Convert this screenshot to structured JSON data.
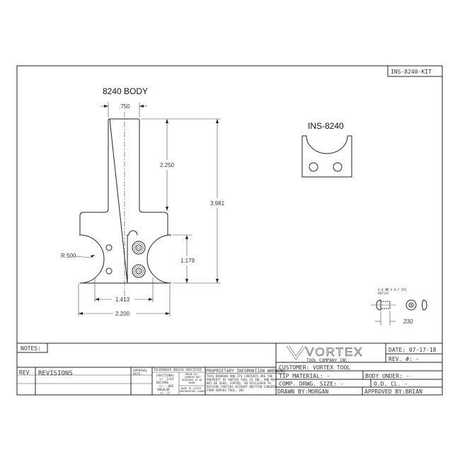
{
  "sheet_id": "INS-8240-KIT",
  "body_view": {
    "title": "8240 BODY",
    "dims": {
      "shank_dia": ".750",
      "shank_len": "2.250",
      "overall_len": "3.981",
      "cut_height": "1.179",
      "inner_width": "1.413",
      "overall_width": "2.200",
      "radius": "R.500"
    }
  },
  "insert_view": {
    "title": "INS-8240"
  },
  "screw_view": {
    "spec": "4.0 MM X 0.7 TPI",
    "part": "#87115",
    "dim": ".230"
  },
  "notes_label": "NOTES:",
  "revisions": {
    "rev_label": "REV",
    "revisions_label": "REVISIONS",
    "approval": "APPROVAL",
    "date": "DATE:"
  },
  "tolerances": {
    "header": "TOLERANCES UNLESS SPECIFIED",
    "fractional": "FRACTIONAL",
    "fractional_val": "+/- 1/64",
    "decimal": "DECIMAL",
    "decimal_val": "+/- .005",
    "angular": "ANGULAR",
    "angular_val": "+/- 1°",
    "corners_1": "BREAK ALL",
    "corners_2": "CORNERS NOT",
    "corners_3": "REQUIRED TO BE",
    "corners_4": "SHARP",
    "latest_1": "WORK TO LATEST",
    "latest_2": "ENGINEERING CHANGE"
  },
  "proprietary": {
    "header": "PROPRIETARY INFORMATION WARNING",
    "lines": [
      "THIS DRAWING AND ITS CONTENTS ARE THE",
      "PROPERTY OF VORTEX TOOL CO INC. AND MAY",
      "NOT BE USED, COPIED, OR DISCLOSED TO",
      "OUTSIDE PARTIES WITHOUT WRITTEN CONSENT",
      "FROM VORTEX TOOL, INC"
    ]
  },
  "logo": {
    "name": "VORTEX",
    "sub": "TOOL COMPANY INC."
  },
  "title_block": {
    "date": "DATE: 07-17-18",
    "rev": "REV. #: -",
    "customer": "CUSTOMER: VORTEX TOOL",
    "tip_material": "TIP MATERIAL: -",
    "body_under": "BODY UNDER: -",
    "comp_drwg_size": "COMP. DRWG. SIZE: -",
    "od_cl": "O.D. CL. -",
    "drawn_by": "DRAWN BY:MORGAN",
    "approved_by": "APPROVED BY:BRIAN"
  }
}
